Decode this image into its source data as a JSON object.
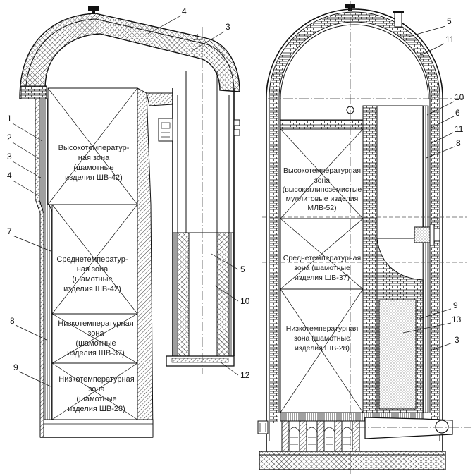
{
  "left_stove": {
    "zones": [
      {
        "lines": [
          "Высокотемператур-",
          "ная зона",
          "(шамотные",
          "изделия ШВ-42)"
        ]
      },
      {
        "lines": [
          "Среднетемператур-",
          "ная зона",
          "(шамотные",
          "изделия ШВ-42)"
        ]
      },
      {
        "lines": [
          "Низкотемпературная",
          "зона",
          "(шамотные",
          "изделия ШВ-37)"
        ]
      },
      {
        "lines": [
          "Низкотемпературная",
          "зона",
          "(шамотные",
          "изделия ШВ-28)"
        ]
      }
    ],
    "callouts": [
      "1",
      "2",
      "3",
      "4",
      "7",
      "8",
      "9",
      "4",
      "3",
      "5",
      "10",
      "12"
    ]
  },
  "right_stove": {
    "zones": [
      {
        "lines": [
          "Высокотемпературная",
          "зона",
          "(высокоглиноземистые",
          "муллитовые изделия",
          "МЛВ-52)"
        ]
      },
      {
        "lines": [
          "Среднетемпературная",
          "зона (шамотные",
          "изделия ШВ-37)"
        ]
      },
      {
        "lines": [
          "Низкотемпературная",
          "зона (шамотные",
          "изделия ШВ-28)"
        ]
      }
    ],
    "callouts": [
      "5",
      "11",
      "10",
      "6",
      "11",
      "8",
      "9",
      "13",
      "3"
    ]
  }
}
